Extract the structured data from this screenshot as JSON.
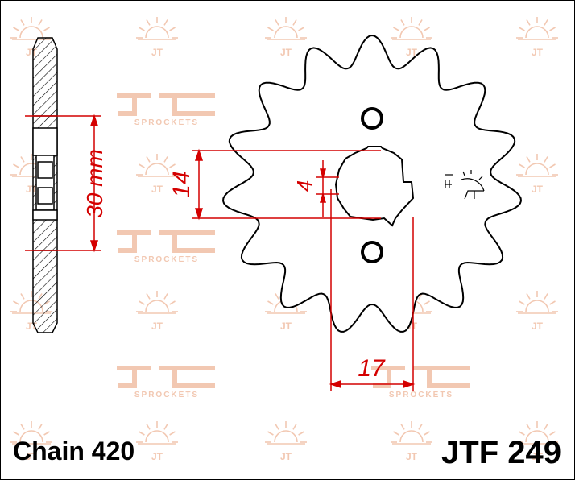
{
  "footer": {
    "chain": "Chain 420",
    "part_number": "JTF 249"
  },
  "dimensions": {
    "pitch_circle": "30 mm",
    "bore_height": "14",
    "key_width": "4",
    "depth": "17"
  },
  "watermark": {
    "text": "SPROCKETS",
    "mark": "JT"
  },
  "colors": {
    "outline": "#000000",
    "dimension": "#d40000",
    "watermark": "#f2c8b2"
  },
  "teeth": 15
}
